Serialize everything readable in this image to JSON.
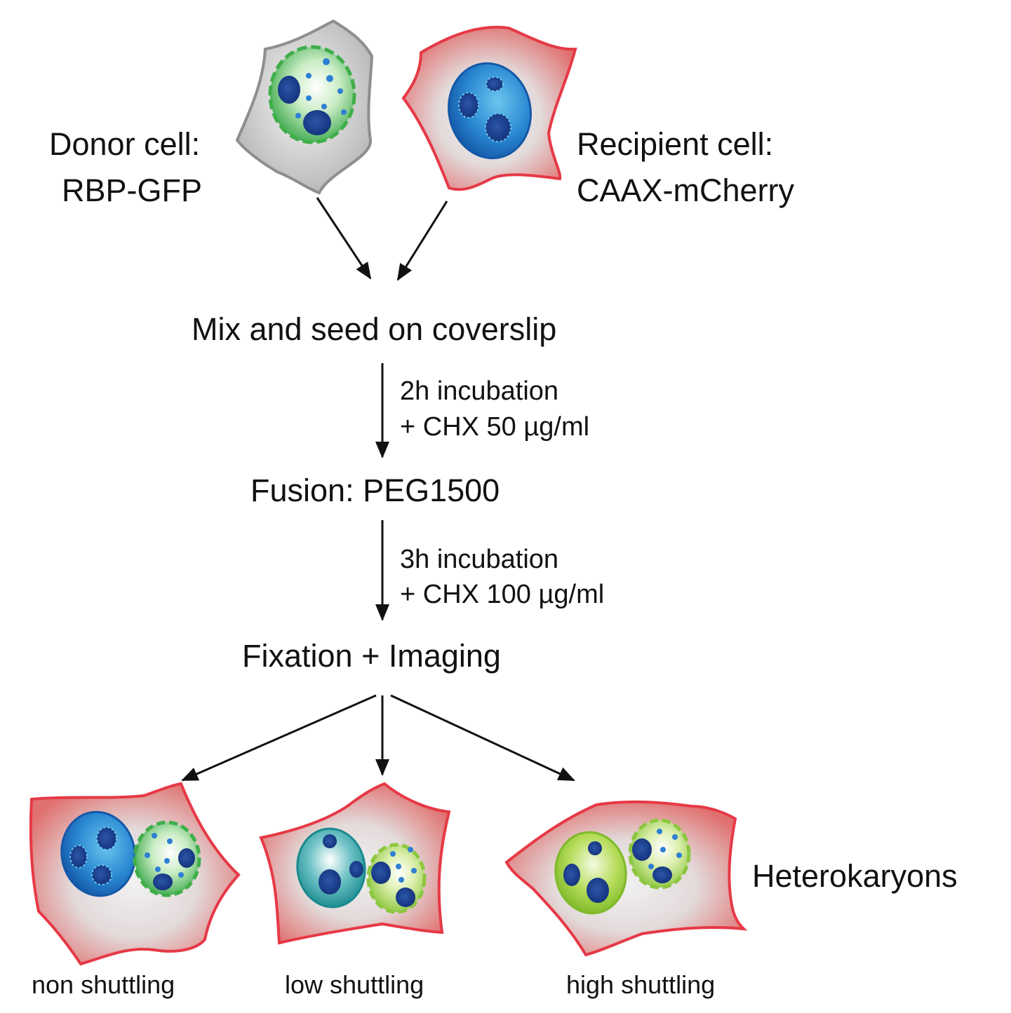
{
  "donor": {
    "line1": "Donor cell:",
    "line2": "RBP-GFP"
  },
  "recipient": {
    "line1": "Recipient cell:",
    "line2": "CAAX-mCherry"
  },
  "steps": {
    "mix": "Mix and seed on coverslip",
    "incubation1_line1": "2h incubation",
    "incubation1_line2": "+ CHX 50 µg/ml",
    "fusion": "Fusion: PEG1500",
    "incubation2_line1": "3h incubation",
    "incubation2_line2": "+ CHX 100 µg/ml",
    "fixation": "Fixation + Imaging"
  },
  "heterokaryons": "Heterokaryons",
  "outcomes": [
    "non shuttling",
    "low shuttling",
    "high shuttling"
  ],
  "colors": {
    "donor_membrane": "#8e8e8e",
    "recipient_membrane": "#e63946",
    "gfp_green": "#3fae49",
    "light_green": "#a6d33c",
    "nucleus_blue": "#1c6fc0",
    "teal": "#1e9a9c",
    "arrow": "#111111"
  }
}
